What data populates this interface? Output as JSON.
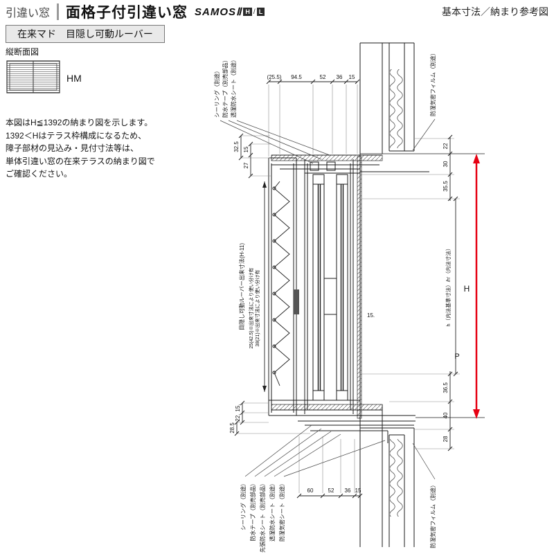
{
  "header": {
    "category": "引違い窓",
    "title": "面格子付引違い窓",
    "series": "SAMOSⅡ",
    "badge_h": "H",
    "badge_sep": "/",
    "badge_l": "L",
    "right_label": "基本寸法／納まり参考図"
  },
  "subheader": {
    "label": "在来マド　目隠し可動ルーバー"
  },
  "left_panel": {
    "section_label": "縦断面図",
    "icon_label": "HM",
    "note_lines": [
      "本図はH≦1392の納まり図を示します。",
      "1392＜Hはテラス枠構成になるため、",
      "障子部材の見込み・見付寸法等は、",
      "単体引違い窓の在来テラスの納まり図で",
      "ご確認ください。"
    ]
  },
  "drawing": {
    "accent_color": "#e60012",
    "top_dims": [
      "(25.5)",
      "94.5",
      "52",
      "36",
      "15"
    ],
    "bottom_dims": [
      "60",
      "52",
      "36",
      "15"
    ],
    "left_top_dims": [
      "32.5",
      "15",
      "27"
    ],
    "left_bottom_dims": [
      "15.",
      "22.",
      "28.5"
    ],
    "right_top_dims": [
      "22",
      "30",
      "35.5"
    ],
    "right_bottom_dims": [
      "36.5",
      "40",
      "28"
    ],
    "mid_dim": "15.",
    "labels": {
      "H": "H",
      "P": "P",
      "h": "h（内法基準寸法）/h'（内法寸法）"
    },
    "louver": {
      "dim_label": "目隠し可動ルーバー出来寸法(H-11)",
      "note1": "25(42.5)※出来寸法により使い分け有",
      "note2": "38(21)※出来寸法により使い分け有"
    },
    "annotations_top": [
      "シーリング（別途）",
      "防水テープ（別売部品）",
      "透湿防水シート（別途）",
      "防湿気密フィルム（別途）"
    ],
    "annotations_bottom": [
      "シーリング（別途）",
      "防水テープ（別売部品）",
      "先張防水シート（別売部品）",
      "透湿防水シート（別途）",
      "防湿気密シート（別途）",
      "防湿気密フィルム（別途）"
    ]
  }
}
